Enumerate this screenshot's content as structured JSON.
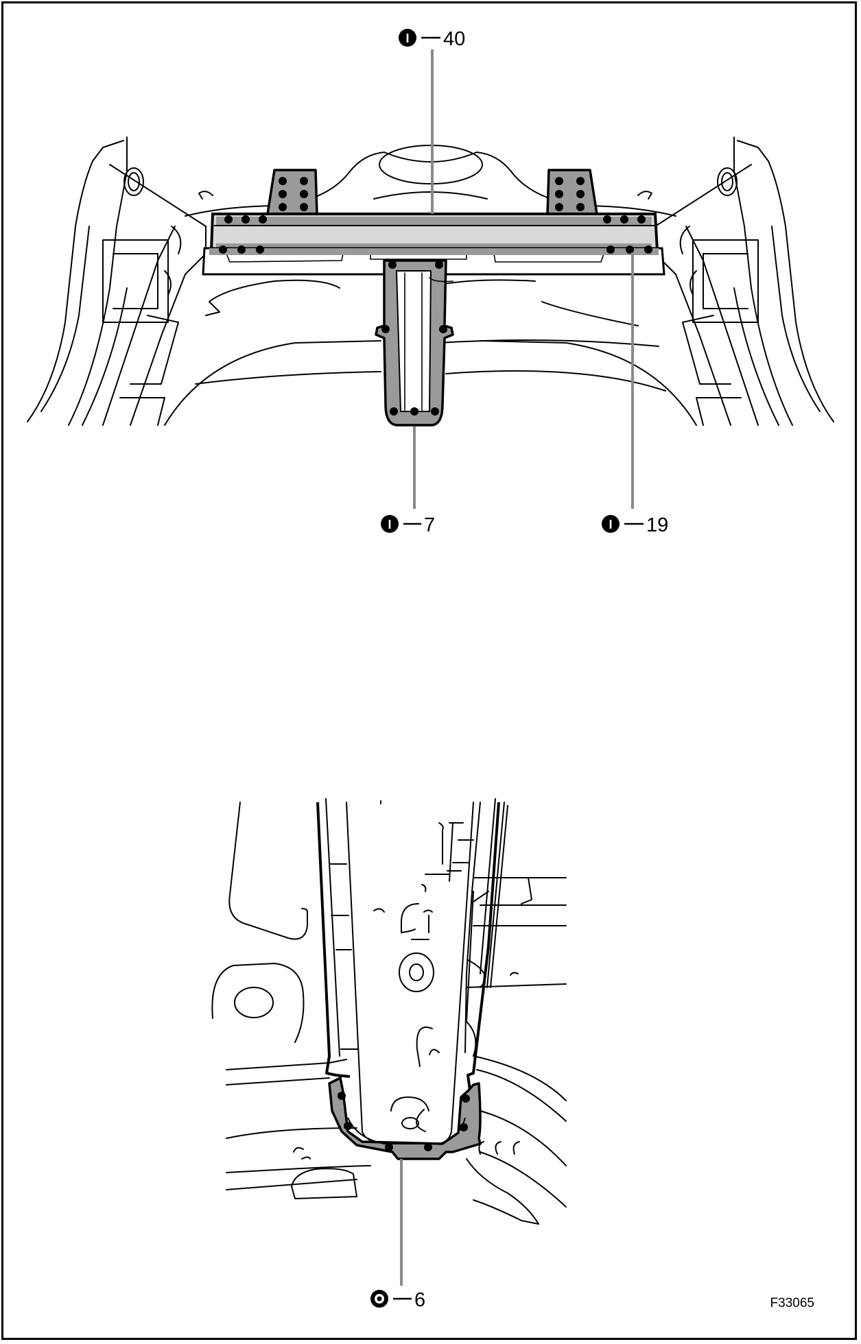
{
  "figure": {
    "code": "F33065",
    "callouts": [
      {
        "id": "c40",
        "symbol": "I",
        "symbol_style": "filled-circle",
        "value": "40"
      },
      {
        "id": "c7",
        "symbol": "I",
        "symbol_style": "filled-circle",
        "value": "7"
      },
      {
        "id": "c19",
        "symbol": "I",
        "symbol_style": "filled-circle",
        "value": "19"
      },
      {
        "id": "c6",
        "symbol": "",
        "symbol_style": "ring-circle",
        "value": "6"
      }
    ]
  },
  "colors": {
    "ink": "#000000",
    "shade": "#9a9a9a",
    "leader": "#8a8a8a"
  }
}
